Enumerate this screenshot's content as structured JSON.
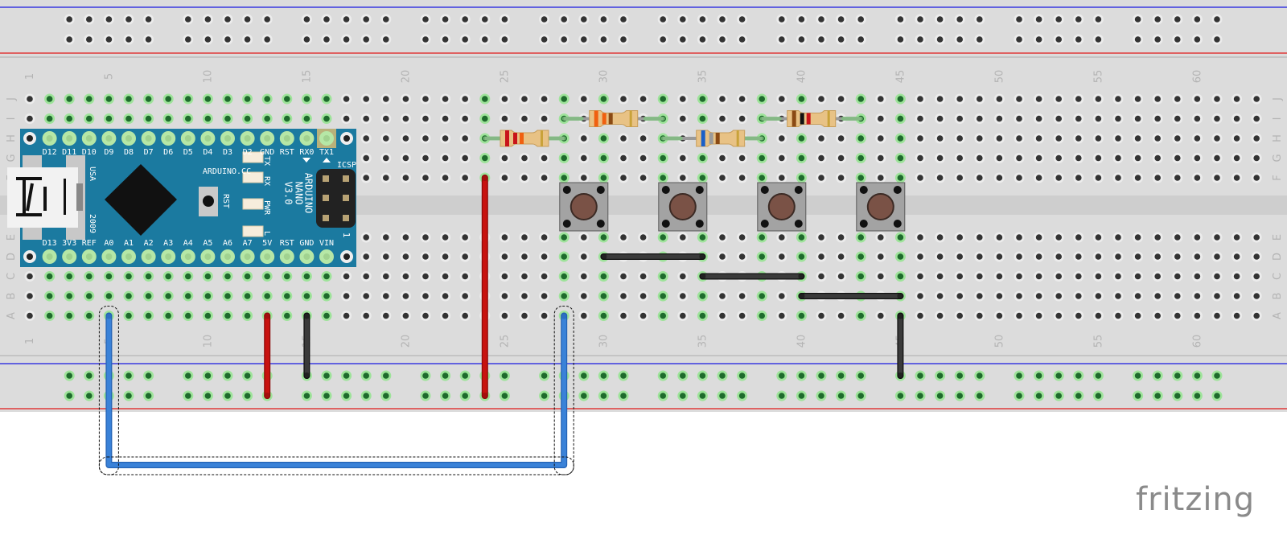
{
  "breadboard": {
    "column_labels": [
      "1",
      "5",
      "10",
      "15",
      "20",
      "25",
      "30",
      "35",
      "40",
      "45",
      "50",
      "55",
      "60"
    ],
    "row_labels": [
      "J",
      "I",
      "H",
      "G",
      "F",
      "E",
      "D",
      "C",
      "B",
      "A"
    ],
    "columns": 63,
    "colors": {
      "board": "#dcdcdc",
      "channel": "#cecece",
      "rail_negative": "#3a3ae0",
      "rail_positive": "#e03a3a",
      "hole": "#333333",
      "hole_connected": "#1e6b2c",
      "hole_connected_glow": "#9ee39a"
    }
  },
  "arduino": {
    "color": "#1b7aa0",
    "top_pins": [
      "D12",
      "D11",
      "D10",
      "D9",
      "D8",
      "D7",
      "D6",
      "D5",
      "D4",
      "D3",
      "D2",
      "GND",
      "RST",
      "RX0",
      "TX1"
    ],
    "bottom_pins": [
      "D13",
      "3V3",
      "REF",
      "A0",
      "A1",
      "A2",
      "A3",
      "A4",
      "A5",
      "A6",
      "A7",
      "5V",
      "RST",
      "GND",
      "VIN"
    ],
    "brand": "ARDUINO.CC",
    "model_lines": [
      "ARDUINO",
      "NANO",
      "V3.0"
    ],
    "country": "USA",
    "year": "2009",
    "reset_label": "RST",
    "led_labels": [
      "TX",
      "RX",
      "PWR",
      "L"
    ],
    "icsp_label": "ICSP",
    "icsp_pin1": "1"
  },
  "resistors": [
    {
      "row": "H",
      "from": 24,
      "to": 28,
      "bands": [
        "#c8141a",
        "#c8141a",
        "#f06010",
        "#c9a23a"
      ]
    },
    {
      "row": "I",
      "from": 28,
      "to": 33,
      "bands": [
        "#f06010",
        "#f06010",
        "#8a4a14",
        "#c9a23a"
      ]
    },
    {
      "row": "H",
      "from": 33,
      "to": 38,
      "bands": [
        "#1a5fc8",
        "#9a9a9a",
        "#8a4a14",
        "#c9a23a"
      ]
    },
    {
      "row": "I",
      "from": 38,
      "to": 43,
      "bands": [
        "#8a4a14",
        "#111111",
        "#c8141a",
        "#c9a23a"
      ]
    }
  ],
  "buttons": [
    {
      "cols": [
        28,
        30
      ]
    },
    {
      "cols": [
        33,
        35
      ]
    },
    {
      "cols": [
        38,
        40
      ]
    },
    {
      "cols": [
        43,
        45
      ]
    }
  ],
  "wires": [
    {
      "name": "red-wire-5v",
      "color": "#c8120f",
      "edge": "#8c0b0b",
      "from": {
        "row": "F",
        "col": 24
      },
      "to": {
        "rail": "bottom-2",
        "col": 24
      }
    },
    {
      "name": "red-wire-power",
      "color": "#c8120f",
      "edge": "#8c0b0b",
      "from": {
        "row": "A",
        "col": 13
      },
      "to": {
        "rail": "bottom-2",
        "col": 13
      }
    },
    {
      "name": "black-wire-gnd",
      "color": "#3a3a3a",
      "edge": "#111111",
      "from": {
        "row": "A",
        "col": 15
      },
      "to": {
        "rail": "bottom-1",
        "col": 15
      }
    },
    {
      "name": "black-wire-1",
      "color": "#3a3a3a",
      "edge": "#111111",
      "from": {
        "row": "D",
        "col": 30
      },
      "to": {
        "row": "D",
        "col": 35
      }
    },
    {
      "name": "black-wire-2",
      "color": "#3a3a3a",
      "edge": "#111111",
      "from": {
        "row": "C",
        "col": 35
      },
      "to": {
        "row": "C",
        "col": 40
      }
    },
    {
      "name": "black-wire-3",
      "color": "#3a3a3a",
      "edge": "#111111",
      "from": {
        "row": "B",
        "col": 40
      },
      "to": {
        "row": "B",
        "col": 45
      }
    },
    {
      "name": "black-wire-gnd-2",
      "color": "#3a3a3a",
      "edge": "#111111",
      "from": {
        "row": "A",
        "col": 45
      },
      "to": {
        "rail": "bottom-1",
        "col": 45
      }
    }
  ],
  "selected_wire": {
    "color": "#3a82d8",
    "edge": "#2462b4",
    "from": {
      "row": "A",
      "col": 5
    },
    "to": {
      "row": "A",
      "col": 28
    }
  },
  "logo": "fritzing"
}
